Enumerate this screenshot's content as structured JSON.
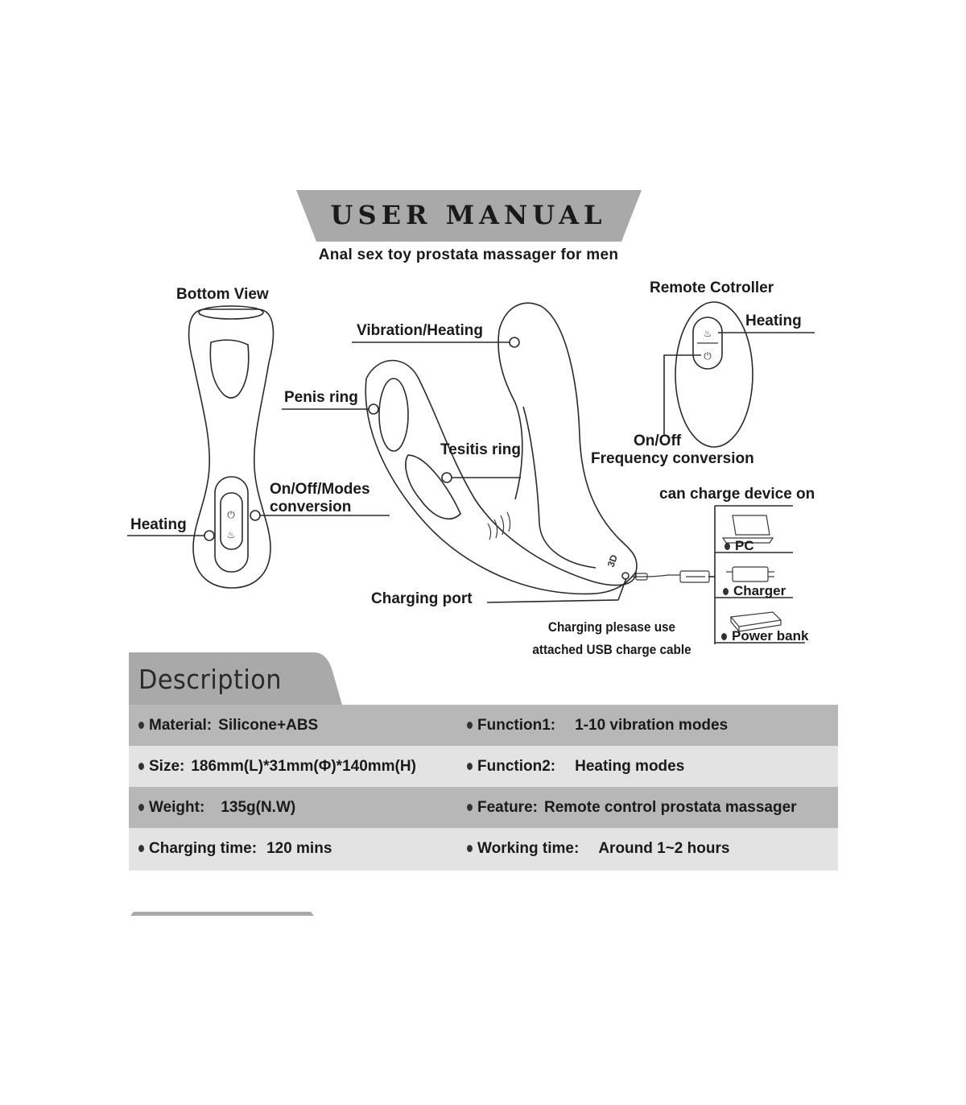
{
  "header": {
    "title": "USER MANUAL",
    "subtitle": "Anal sex toy prostata massager for men"
  },
  "diagram": {
    "bottom_view": "Bottom View",
    "heating_left": "Heating",
    "on_off_modes_1": "On/Off/Modes",
    "on_off_modes_2": "conversion",
    "vibration_heating": "Vibration/Heating",
    "penis_ring": "Penis ring",
    "tesitis_ring": "Tesitis ring",
    "charging_port": "Charging port",
    "remote_title": "Remote Cotroller",
    "remote_heating": "Heating",
    "on_off": "On/Off",
    "frequency_conversion": "Frequency conversion",
    "charge_title": "can charge device on",
    "pc": "PC",
    "charger": "Charger",
    "power_bank": "Power bank",
    "note_line1": "Charging plesase use",
    "note_line2": "attached USB charge cable"
  },
  "description": {
    "title": "Description",
    "rows": [
      {
        "left_key": "Material:",
        "left_val": "Silicone+ABS",
        "right_key": "Function1:",
        "right_val": "1-10 vibration modes"
      },
      {
        "left_key": "Size:",
        "left_val": "186mm(L)*31mm(Φ)*140mm(H)",
        "right_key": "Function2:",
        "right_val": "Heating modes"
      },
      {
        "left_key": "Weight:",
        "left_val": "135g(N.W)",
        "right_key": "Feature:",
        "right_val": "Remote control prostata massager"
      },
      {
        "left_key": "Charging time:",
        "left_val": "120 mins",
        "right_key": "Working time:",
        "right_val": "Around 1~2 hours"
      }
    ]
  },
  "colors": {
    "banner": "#a9a9a9",
    "row_dark": "#b7b7b7",
    "row_light": "#e3e3e3",
    "text": "#1a1a1a"
  }
}
